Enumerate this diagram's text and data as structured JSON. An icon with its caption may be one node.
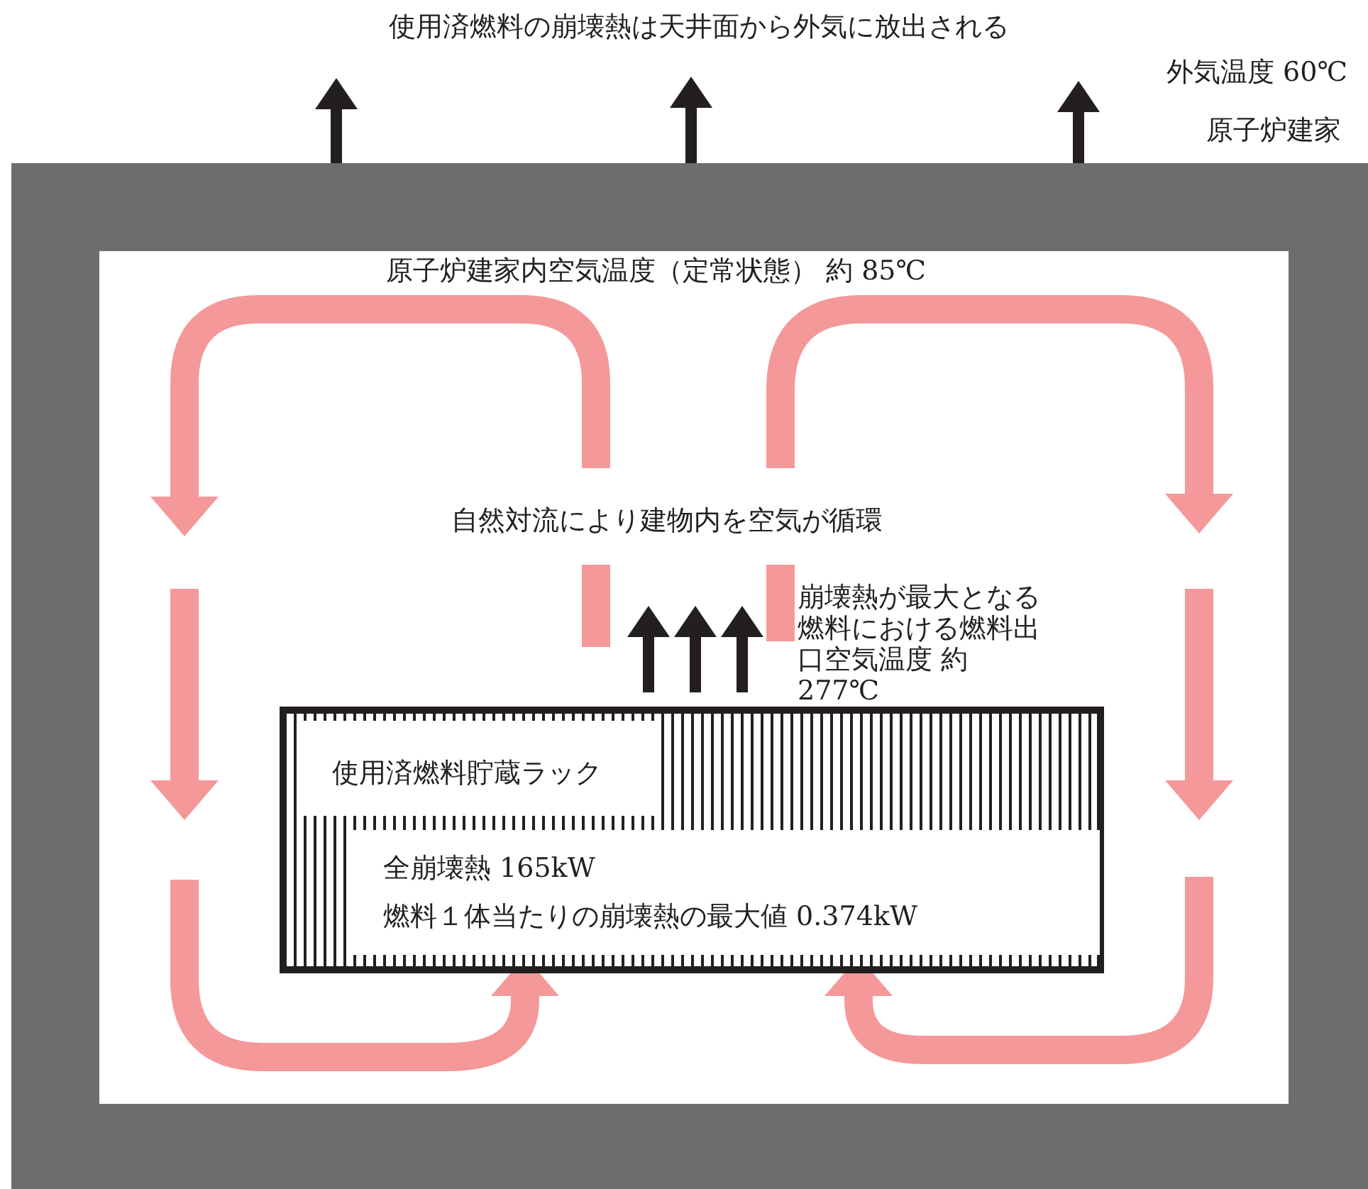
{
  "diagram": {
    "title": "使用済燃料の崩壊熱は天井面から外気に放出される",
    "nodes": [
      {
        "text": [
          "原子炉建家"
        ]
      },
      {
        "text": [
          "使用済燃料貯蔵ラック"
        ],
        "in": 0
      },
      {
        "text": [
          "全崩壊熱 165kW",
          "燃料１体当たりの崩壊熱の最大値 0.374kW"
        ],
        "in": 1
      }
    ],
    "labels": [
      "外気温度 60℃",
      "原子炉建家内空気温度（定常状態） 約 85℃",
      "自然対流により建物内を空気が循環",
      "崩壊熱が最大となる燃料における燃料出口空気温度 約 277℃"
    ]
  }
}
